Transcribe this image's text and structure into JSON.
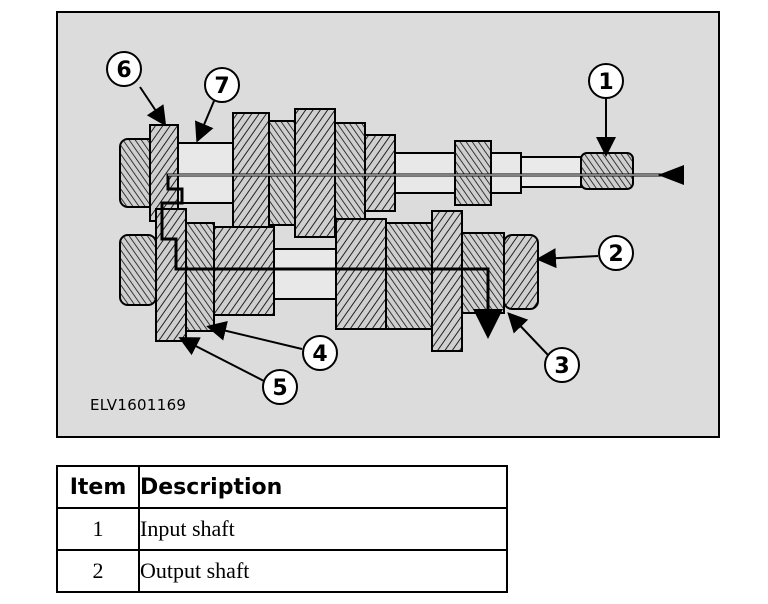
{
  "figure": {
    "id": "ELV1601169",
    "callouts": [
      "1",
      "2",
      "3",
      "4",
      "5",
      "6",
      "7"
    ]
  },
  "legend": {
    "headers": [
      "Item",
      "Description"
    ],
    "rows": [
      {
        "item": "1",
        "description": "Input shaft"
      },
      {
        "item": "2",
        "description": "Output shaft"
      }
    ]
  }
}
